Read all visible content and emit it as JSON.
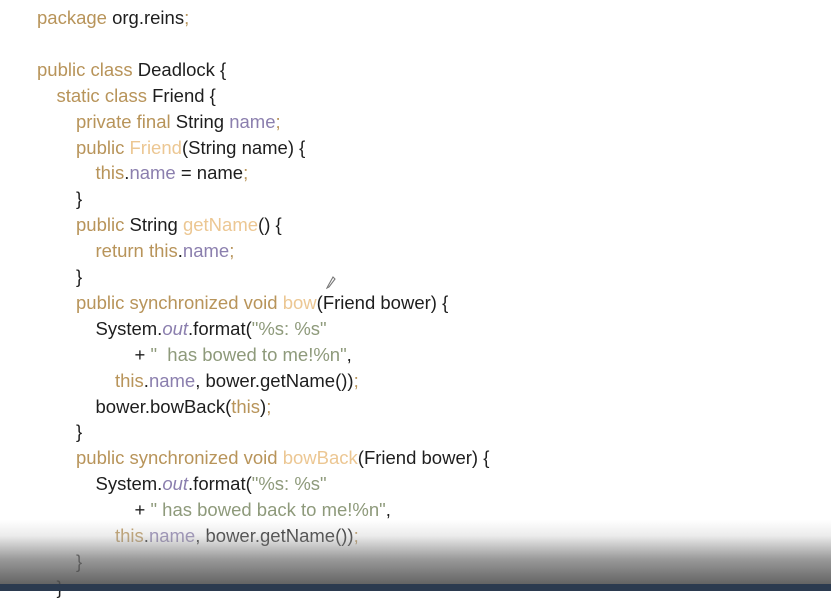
{
  "editor": {
    "lines": [
      {
        "indent": 0,
        "tokens": [
          {
            "t": "package ",
            "c": "kw"
          },
          {
            "t": "org.reins",
            "c": "pl"
          },
          {
            "t": ";",
            "c": "pn"
          }
        ]
      },
      {
        "indent": 0,
        "tokens": []
      },
      {
        "indent": 0,
        "tokens": [
          {
            "t": "public class ",
            "c": "kw"
          },
          {
            "t": "Deadlock {",
            "c": "pl"
          }
        ]
      },
      {
        "indent": 1,
        "tokens": [
          {
            "t": "static class ",
            "c": "kw"
          },
          {
            "t": "Friend {",
            "c": "pl"
          }
        ]
      },
      {
        "indent": 2,
        "tokens": [
          {
            "t": "private final ",
            "c": "kw"
          },
          {
            "t": "String ",
            "c": "pl"
          },
          {
            "t": "name",
            "c": "fld"
          },
          {
            "t": ";",
            "c": "pn"
          }
        ]
      },
      {
        "indent": 2,
        "tokens": [
          {
            "t": "public ",
            "c": "kw"
          },
          {
            "t": "Friend",
            "c": "fn"
          },
          {
            "t": "(String name) {",
            "c": "pl"
          }
        ]
      },
      {
        "indent": 3,
        "tokens": [
          {
            "t": "this",
            "c": "kw"
          },
          {
            "t": ".",
            "c": "pl"
          },
          {
            "t": "name",
            "c": "fld"
          },
          {
            "t": " = name",
            "c": "pl"
          },
          {
            "t": ";",
            "c": "pn"
          }
        ]
      },
      {
        "indent": 2,
        "tokens": [
          {
            "t": "}",
            "c": "pl"
          }
        ]
      },
      {
        "indent": 2,
        "tokens": [
          {
            "t": "public ",
            "c": "kw"
          },
          {
            "t": "String ",
            "c": "pl"
          },
          {
            "t": "getName",
            "c": "fn"
          },
          {
            "t": "() {",
            "c": "pl"
          }
        ]
      },
      {
        "indent": 3,
        "tokens": [
          {
            "t": "return this",
            "c": "kw"
          },
          {
            "t": ".",
            "c": "pl"
          },
          {
            "t": "name",
            "c": "fld"
          },
          {
            "t": ";",
            "c": "pn"
          }
        ]
      },
      {
        "indent": 2,
        "tokens": [
          {
            "t": "}",
            "c": "pl"
          }
        ]
      },
      {
        "indent": 2,
        "tokens": [
          {
            "t": "public synchronized void ",
            "c": "kw"
          },
          {
            "t": "bow",
            "c": "fn"
          },
          {
            "t": "(Friend bower) {",
            "c": "pl"
          }
        ]
      },
      {
        "indent": 3,
        "tokens": [
          {
            "t": "System.",
            "c": "pl"
          },
          {
            "t": "out",
            "c": "it"
          },
          {
            "t": ".format(",
            "c": "pl"
          },
          {
            "t": "\"%s: %s\"",
            "c": "str"
          }
        ]
      },
      {
        "indent": 5,
        "tokens": [
          {
            "t": "+ ",
            "c": "pl"
          },
          {
            "t": "\"  has bowed to me!%n\"",
            "c": "str"
          },
          {
            "t": ",",
            "c": "pl"
          }
        ]
      },
      {
        "indent": 4,
        "tokens": [
          {
            "t": "this",
            "c": "kw"
          },
          {
            "t": ".",
            "c": "pl"
          },
          {
            "t": "name",
            "c": "fld"
          },
          {
            "t": ", bower.getName())",
            "c": "pl"
          },
          {
            "t": ";",
            "c": "pn"
          }
        ]
      },
      {
        "indent": 3,
        "tokens": [
          {
            "t": "bower.bowBack(",
            "c": "pl"
          },
          {
            "t": "this",
            "c": "kw"
          },
          {
            "t": ")",
            "c": "pl"
          },
          {
            "t": ";",
            "c": "pn"
          }
        ]
      },
      {
        "indent": 2,
        "tokens": [
          {
            "t": "}",
            "c": "pl"
          }
        ]
      },
      {
        "indent": 2,
        "tokens": [
          {
            "t": "public synchronized void ",
            "c": "kw"
          },
          {
            "t": "bowBack",
            "c": "fn"
          },
          {
            "t": "(Friend bower) {",
            "c": "pl"
          }
        ]
      },
      {
        "indent": 3,
        "tokens": [
          {
            "t": "System.",
            "c": "pl"
          },
          {
            "t": "out",
            "c": "it"
          },
          {
            "t": ".format(",
            "c": "pl"
          },
          {
            "t": "\"%s: %s\"",
            "c": "str"
          }
        ]
      },
      {
        "indent": 5,
        "tokens": [
          {
            "t": "+ ",
            "c": "pl"
          },
          {
            "t": "\" has bowed back to me!%n\"",
            "c": "str"
          },
          {
            "t": ",",
            "c": "pl"
          }
        ]
      },
      {
        "indent": 4,
        "tokens": [
          {
            "t": "this",
            "c": "kw"
          },
          {
            "t": ".",
            "c": "pl"
          },
          {
            "t": "name",
            "c": "fld"
          },
          {
            "t": ", bower.getName())",
            "c": "pl"
          },
          {
            "t": ";",
            "c": "pn"
          }
        ]
      },
      {
        "indent": 2,
        "tokens": [
          {
            "t": "}",
            "c": "pl"
          }
        ]
      },
      {
        "indent": 1,
        "tokens": [
          {
            "t": "}",
            "c": "pl"
          }
        ]
      }
    ]
  },
  "colors": {
    "keyword": "#b8945a",
    "method_name": "#ecc793",
    "field": "#8b7fae",
    "string": "#8e9a7b",
    "plain": "#1e1e1e",
    "background": "#ffffff"
  },
  "icons": {
    "cursor": "pen-cursor-icon"
  }
}
